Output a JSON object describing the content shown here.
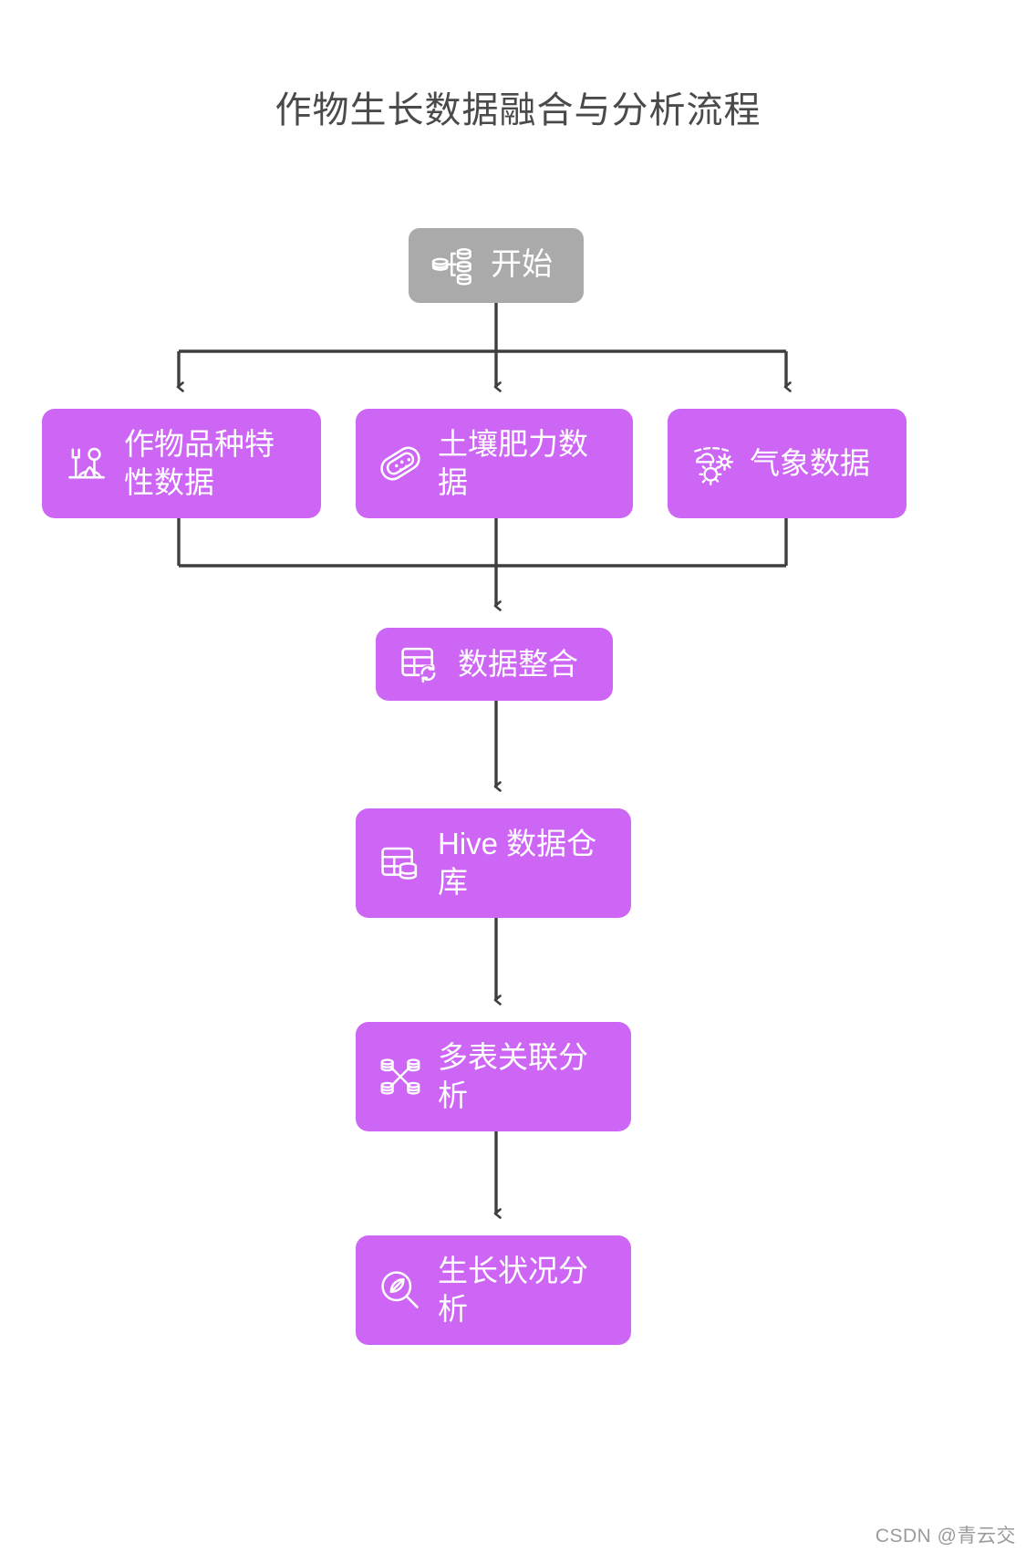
{
  "page": {
    "title": "作物生长数据融合与分析流程",
    "background": "#ffffff",
    "title_color": "#4a4a4a"
  },
  "theme": {
    "start_fill": "#aaaaaa",
    "step_fill": "#cd65f5",
    "node_text": "#ffffff",
    "edge_color": "#3f3f3f"
  },
  "diagram": {
    "type": "flowchart",
    "direction": "top-to-bottom",
    "nodes": [
      {
        "id": "start",
        "label": "开始",
        "icon": "database-split-icon",
        "kind": "start"
      },
      {
        "id": "crop",
        "label": "作物品种特性数据",
        "icon": "seedling-plant-icon",
        "kind": "step"
      },
      {
        "id": "soil",
        "label": "土壤肥力数据",
        "icon": "soil-sample-icon",
        "kind": "step"
      },
      {
        "id": "weather",
        "label": "气象数据",
        "icon": "weather-sun-cloud-icon",
        "kind": "step"
      },
      {
        "id": "integrate",
        "label": "数据整合",
        "icon": "table-sync-icon",
        "kind": "step"
      },
      {
        "id": "hive",
        "label": "Hive 数据仓库",
        "icon": "table-database-icon",
        "kind": "step"
      },
      {
        "id": "join",
        "label": "多表关联分析",
        "icon": "multi-table-join-icon",
        "kind": "step"
      },
      {
        "id": "growth",
        "label": "生长状况分析",
        "icon": "leaf-magnifier-icon",
        "kind": "step"
      }
    ],
    "edges": [
      {
        "from": "start",
        "to": "crop"
      },
      {
        "from": "start",
        "to": "soil"
      },
      {
        "from": "start",
        "to": "weather"
      },
      {
        "from": "crop",
        "to": "integrate"
      },
      {
        "from": "soil",
        "to": "integrate"
      },
      {
        "from": "weather",
        "to": "integrate"
      },
      {
        "from": "integrate",
        "to": "hive"
      },
      {
        "from": "hive",
        "to": "join"
      },
      {
        "from": "join",
        "to": "growth"
      }
    ]
  },
  "watermark": {
    "prefix": "CSDN ",
    "user": "@青云交"
  }
}
